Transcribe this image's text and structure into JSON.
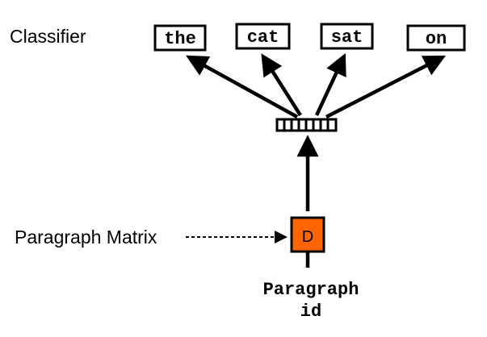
{
  "labels": {
    "classifier": "Classifier",
    "paragraph_matrix": "Paragraph Matrix",
    "paragraph_id_line1": "Paragraph",
    "paragraph_id_line2": "id",
    "matrix_letter": "D"
  },
  "words": [
    "the",
    "cat",
    "sat",
    "on"
  ],
  "colors": {
    "matrix_fill": "#FF6600",
    "stroke": "#000000",
    "background": "#FFFFFF"
  }
}
